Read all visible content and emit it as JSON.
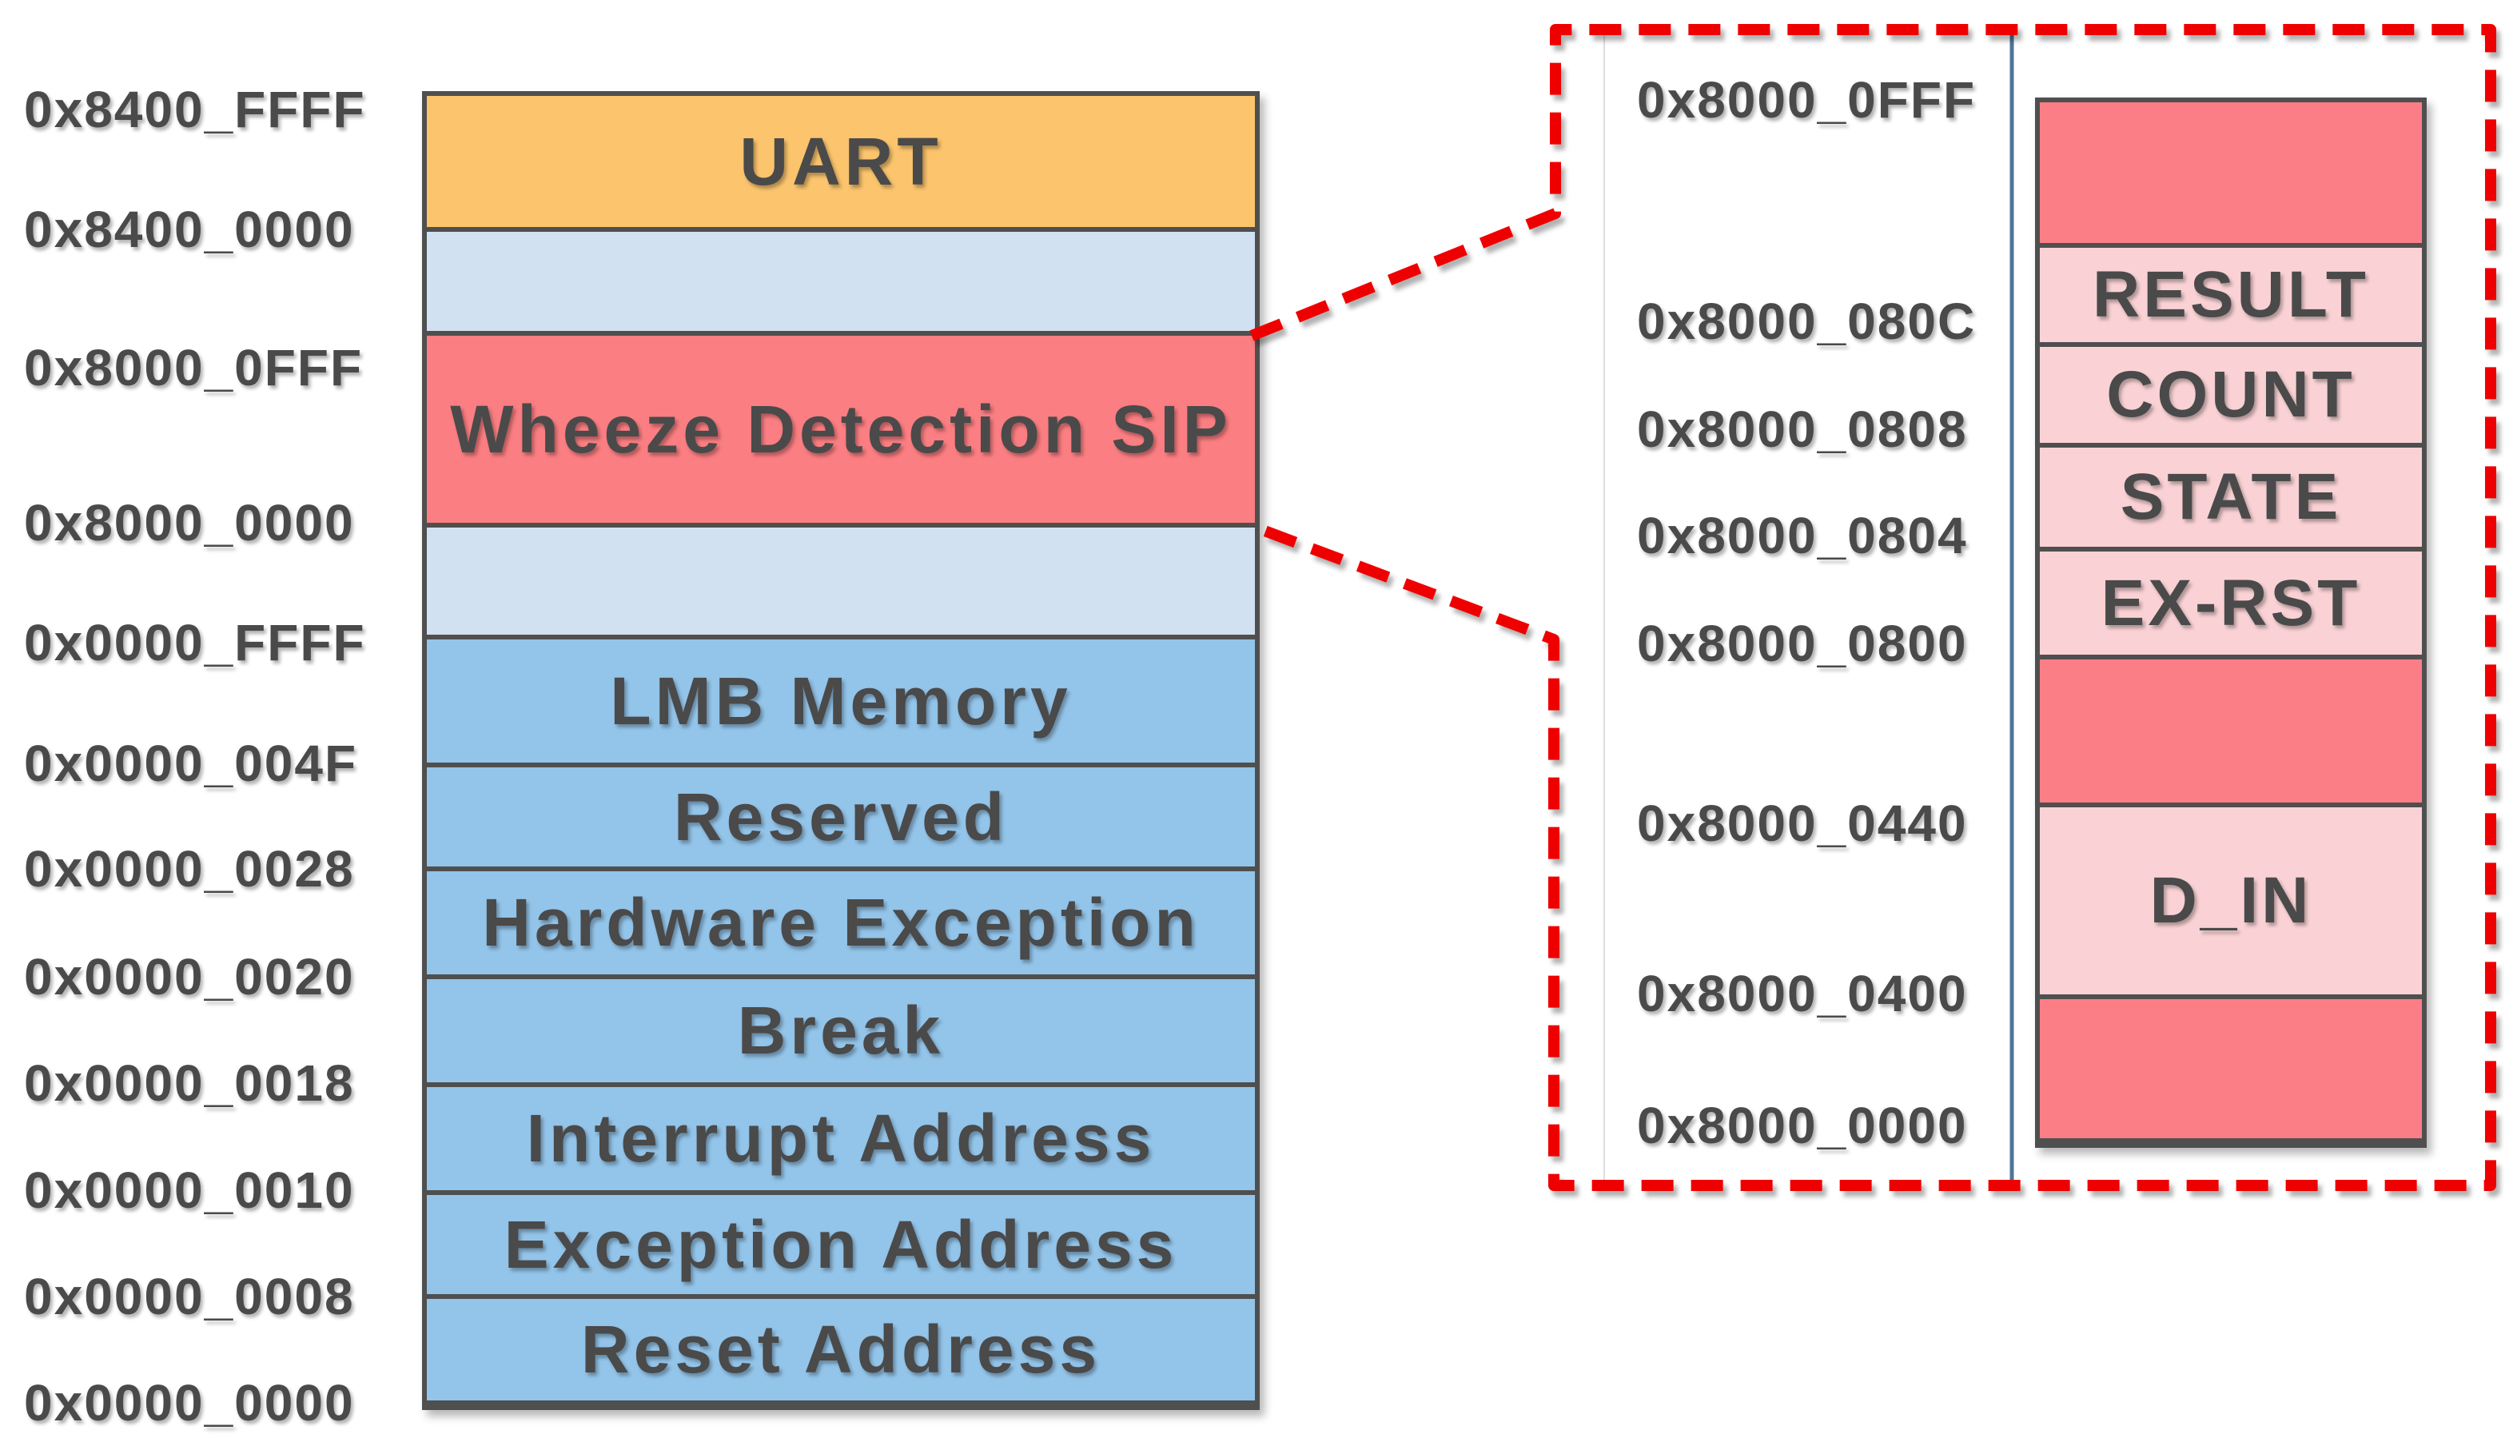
{
  "palette": {
    "uart_orange": "#FBC46D",
    "gap_light_blue": "#D2E1F1",
    "memory_blue": "#93C4E9",
    "sip_red": "#FB7E82",
    "register_salmon": "#FB7E86",
    "register_pink": "#FAD2D5",
    "block_border_gray": "#4F4F4F",
    "label_text_gray": "#4A4A4A",
    "callout_dash_red": "#EE0000",
    "divider_blue": "#4E7596",
    "background": "#FFFFFF"
  },
  "left_diagram": {
    "address_labels": [
      "0x8400_FFFF",
      "0x8400_0000",
      "0x8000_0FFF",
      "0x8000_0000",
      "0x0000_FFFF",
      "0x0000_004F",
      "0x0000_0028",
      "0x0000_0020",
      "0x0000_0018",
      "0x0000_0010",
      "0x0000_0008",
      "0x0000_0000"
    ],
    "blocks": [
      {
        "label": "UART"
      },
      {
        "label": ""
      },
      {
        "label": "Wheeze Detection SIP"
      },
      {
        "label": ""
      },
      {
        "label": "LMB Memory"
      },
      {
        "label": "Reserved"
      },
      {
        "label": "Hardware Exception"
      },
      {
        "label": "Break"
      },
      {
        "label": "Interrupt Address"
      },
      {
        "label": "Exception Address"
      },
      {
        "label": "Reset Address"
      }
    ]
  },
  "zoom_panel": {
    "address_labels": [
      "0x8000_0FFF",
      "0x8000_080C",
      "0x8000_0808",
      "0x8000_0804",
      "0x8000_0800",
      "0x8000_0440",
      "0x8000_0400",
      "0x8000_0000"
    ],
    "registers": [
      {
        "label": ""
      },
      {
        "label": "RESULT"
      },
      {
        "label": "COUNT"
      },
      {
        "label": "STATE"
      },
      {
        "label": "EX-RST"
      },
      {
        "label": ""
      },
      {
        "label": "D_IN"
      },
      {
        "label": ""
      }
    ]
  }
}
